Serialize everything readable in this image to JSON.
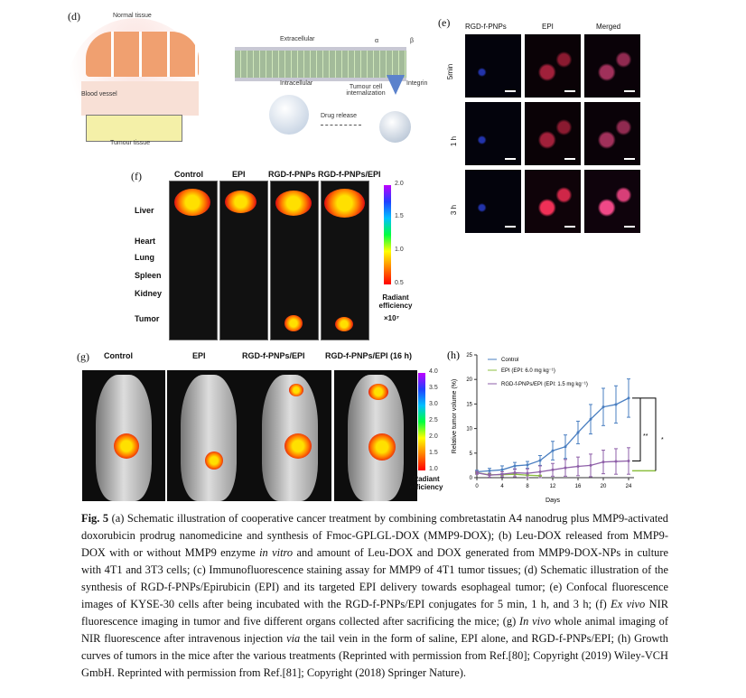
{
  "panel_d": {
    "label": "(d)",
    "normal_tissue": "Normal tissue",
    "blood_vessel": "Blood vessel",
    "tumour_tissue": "Tumour tissue",
    "extracellular": "Extracellular",
    "intracellular": "Intracellular",
    "internalization": "Tumour cell internalization",
    "integrin": "Integrin",
    "drug_release": "Drug release",
    "alpha": "α",
    "beta": "β"
  },
  "panel_e": {
    "label": "(e)",
    "columns": [
      "RGD-f-PNPs",
      "EPI",
      "Merged"
    ],
    "rows": [
      "5min",
      "1 h",
      "3 h"
    ]
  },
  "panel_f": {
    "label": "(f)",
    "columns": [
      "Control",
      "EPI",
      "RGD-f-PNPs",
      "RGD-f-PNPs/EPI"
    ],
    "organs": [
      "Liver",
      "Heart",
      "Lung",
      "Spleen",
      "Kidney",
      "Tumor"
    ],
    "colorbar_ticks": [
      "2.0",
      "1.5",
      "1.0",
      "0.5"
    ],
    "colorbar_title": "Radiant efficiency",
    "colorbar_unit": "×10⁷"
  },
  "panel_g": {
    "label": "(g)",
    "columns": [
      "Control",
      "EPI",
      "RGD-f-PNPs/EPI",
      "RGD-f-PNPs/EPI (16 h)"
    ],
    "colorbar_ticks": [
      "4.0",
      "3.5",
      "3.0",
      "2.5",
      "2.0",
      "1.5",
      "1.0"
    ],
    "colorbar_title": "Radiant efficiency"
  },
  "chart_data": {
    "type": "line",
    "label": "(h)",
    "xlabel": "Days",
    "ylabel": "Relative tumor volume (%)",
    "xlim": [
      0,
      24
    ],
    "ylim": [
      0,
      25
    ],
    "xticks": [
      "0",
      "4",
      "8",
      "12",
      "16",
      "20",
      "24"
    ],
    "yticks": [
      "0",
      "5",
      "10",
      "15",
      "20",
      "25"
    ],
    "series": [
      {
        "name": "Control",
        "color": "#4a7fc1",
        "x": [
          0,
          2,
          4,
          6,
          8,
          10,
          12,
          14,
          16,
          18,
          20,
          22,
          24
        ],
        "values": [
          1.2,
          1.4,
          1.6,
          2.4,
          2.6,
          3.5,
          5.5,
          6.3,
          9.2,
          11.9,
          14.4,
          14.9,
          16.2
        ],
        "errors": [
          0.3,
          0.5,
          0.8,
          0.7,
          0.7,
          1.0,
          1.9,
          2.4,
          2.3,
          3.0,
          3.8,
          3.8,
          3.9
        ]
      },
      {
        "name": "EPI (EPI: 6.0 mg kg⁻¹)",
        "color": "#8cbf3f",
        "x": [
          0,
          2,
          4,
          6,
          8,
          10
        ],
        "values": [
          1.0,
          0.6,
          0.6,
          0.7,
          0.5,
          0.4
        ],
        "errors": [
          0.1,
          0.1,
          0.1,
          0.1,
          0.1,
          0.1
        ]
      },
      {
        "name": "RGD-f-PNPs/EPI (EPI: 1.5 mg kg⁻¹)",
        "color": "#8e5fa8",
        "x": [
          0,
          2,
          4,
          6,
          8,
          10,
          12,
          14,
          16,
          18,
          20,
          22,
          24
        ],
        "values": [
          1.0,
          0.5,
          0.7,
          1.0,
          0.9,
          1.2,
          1.6,
          2.0,
          2.3,
          2.5,
          3.2,
          3.3,
          3.4
        ],
        "errors": [
          0.3,
          0.4,
          0.5,
          0.8,
          0.9,
          1.2,
          1.3,
          1.7,
          1.9,
          2.3,
          2.4,
          2.6,
          2.7
        ]
      }
    ],
    "significance": [
      "**",
      "*"
    ],
    "epi_end_level": 1.4
  },
  "caption": {
    "fig": "Fig. 5",
    "text": " (a) Schematic illustration of cooperative cancer treatment by combining combretastatin A4 nanodrug plus MMP9-activated doxorubicin prodrug nanomedicine and synthesis of Fmoc-GPLGL-DOX (MMP9-DOX); (b) Leu-DOX released from MMP9-DOX with or without MMP9 enzyme ",
    "it1": "in vitro",
    "t2": " and amount of Leu-DOX and DOX generated from MMP9-DOX-NPs in culture with 4T1 and 3T3 cells; (c) Immunofluorescence staining assay for MMP9 of 4T1 tumor tissues; (d) Schematic illustration of the synthesis of RGD-f-PNPs/Epirubicin (EPI) and its targeted EPI delivery towards esophageal tumor; (e) Confocal fluorescence images of KYSE-30 cells after being incubated with the RGD-f-PNPs/EPI conjugates for 5 min, 1 h, and 3 h; (f) ",
    "it2": "Ex vivo",
    "t3": " NIR fluorescence imaging in tumor and five different organs collected after sacrificing the mice; (g) ",
    "it3": "In vivo",
    "t4": " whole animal imaging of NIR fluorescence after intravenous injection ",
    "it4": "via",
    "t5": " the tail vein in the form of saline, EPI alone, and RGD-f-PNPs/EPI; (h) Growth curves of tumors in the mice after the various treatments (Reprinted with permission from Ref.[80]; Copyright (2019) Wiley-VCH GmbH. Reprinted with permission from Ref.[81]; Copyright (2018) Springer Nature)."
  }
}
